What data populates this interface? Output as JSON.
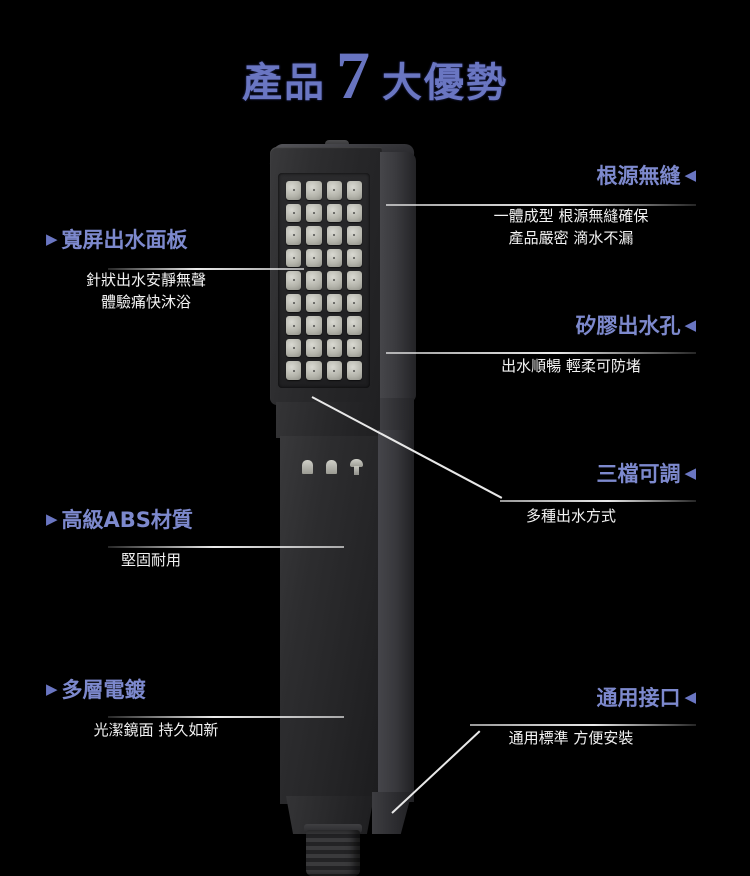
{
  "title": {
    "word_left": "產品",
    "number": "7",
    "word_right": "大優勢",
    "accent_color": "#6874c0"
  },
  "product": {
    "name": "handheld-shower-head",
    "nozzle_columns": 4,
    "nozzle_rows": 9,
    "mode_icon_count": 3,
    "body_color": "#2a2a2c"
  },
  "callouts_left": [
    {
      "heading": "寬屏出水面板",
      "arrow": "▶",
      "lines": [
        "針狀出水安靜無聲",
        "體驗痛快沐浴"
      ]
    },
    {
      "heading": "高級ABS材質",
      "arrow": "▶",
      "lines": [
        "堅固耐用"
      ]
    },
    {
      "heading": "多層電鍍",
      "arrow": "▶",
      "lines": [
        "光潔鏡面 持久如新"
      ]
    }
  ],
  "callouts_right": [
    {
      "heading": "根源無縫",
      "arrow": "◀",
      "lines": [
        "一體成型 根源無縫確保",
        "產品嚴密 滴水不漏"
      ]
    },
    {
      "heading": "矽膠出水孔",
      "arrow": "◀",
      "lines": [
        "出水順暢 輕柔可防堵"
      ]
    },
    {
      "heading": "三檔可調",
      "arrow": "◀",
      "lines": [
        "多種出水方式"
      ]
    },
    {
      "heading": "通用接口",
      "arrow": "◀",
      "lines": [
        "通用標準 方便安裝"
      ]
    }
  ]
}
